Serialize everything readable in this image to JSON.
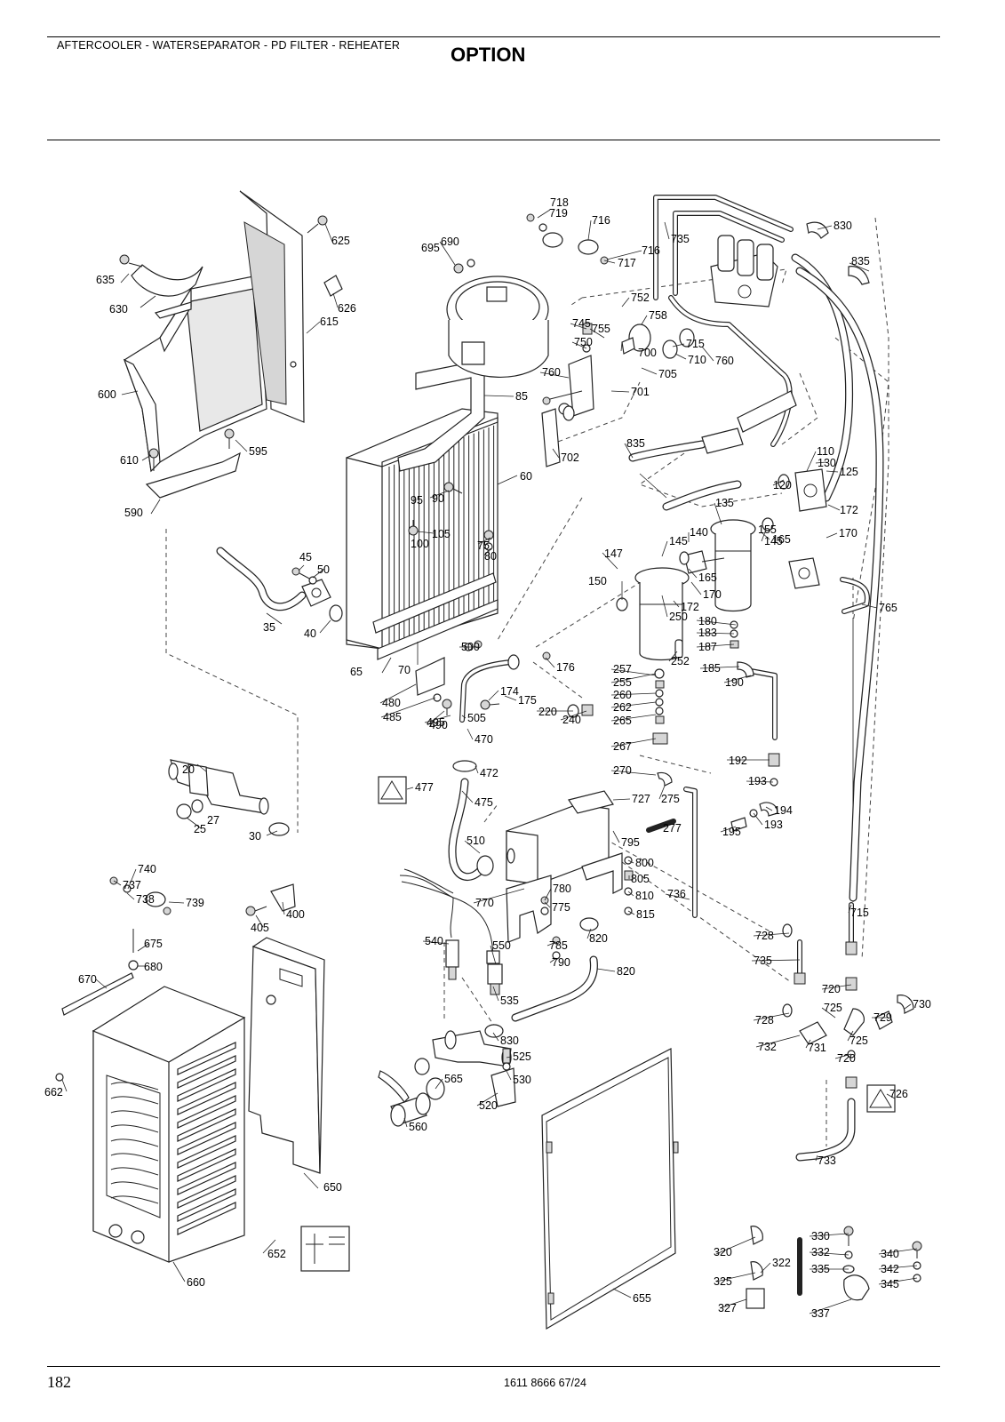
{
  "header": {
    "section_title": "AFTERCOOLER - WATERSEPARATOR - PD FILTER - REHEATER",
    "option_label": "OPTION"
  },
  "footer": {
    "page_number": "182",
    "document_number": "1611 8666 67/24"
  },
  "diagram": {
    "callouts": [
      "20",
      "25",
      "27",
      "30",
      "35",
      "40",
      "45",
      "50",
      "60",
      "65",
      "70",
      "75",
      "80",
      "85",
      "90",
      "95",
      "100",
      "105",
      "110",
      "120",
      "125",
      "130",
      "135",
      "140",
      "145",
      "145",
      "147",
      "150",
      "155",
      "165",
      "165",
      "170",
      "170",
      "172",
      "172",
      "174",
      "175",
      "176",
      "180",
      "183",
      "185",
      "187",
      "190",
      "192",
      "193",
      "193",
      "194",
      "195",
      "220",
      "240",
      "250",
      "252",
      "255",
      "257",
      "260",
      "262",
      "265",
      "267",
      "270",
      "275",
      "277",
      "320",
      "322",
      "325",
      "327",
      "330",
      "332",
      "335",
      "337",
      "340",
      "342",
      "345",
      "400",
      "405",
      "470",
      "472",
      "475",
      "477",
      "480",
      "485",
      "490",
      "495",
      "500",
      "505",
      "510",
      "520",
      "525",
      "530",
      "535",
      "540",
      "550",
      "560",
      "565",
      "590",
      "595",
      "600",
      "610",
      "615",
      "625",
      "626",
      "630",
      "635",
      "650",
      "652",
      "655",
      "660",
      "662",
      "670",
      "675",
      "680",
      "690",
      "695",
      "700",
      "701",
      "702",
      "705",
      "710",
      "715",
      "715",
      "716",
      "716",
      "717",
      "718",
      "719",
      "720",
      "720",
      "725",
      "725",
      "726",
      "727",
      "728",
      "728",
      "729",
      "730",
      "731",
      "732",
      "733",
      "735",
      "735",
      "736",
      "737",
      "738",
      "739",
      "740",
      "745",
      "750",
      "752",
      "755",
      "758",
      "760",
      "760",
      "765",
      "770",
      "775",
      "780",
      "785",
      "790",
      "795",
      "800",
      "805",
      "810",
      "815",
      "820",
      "820",
      "830",
      "830",
      "835",
      "835"
    ],
    "warning_symbol": "hot-surface-warning-icon"
  }
}
